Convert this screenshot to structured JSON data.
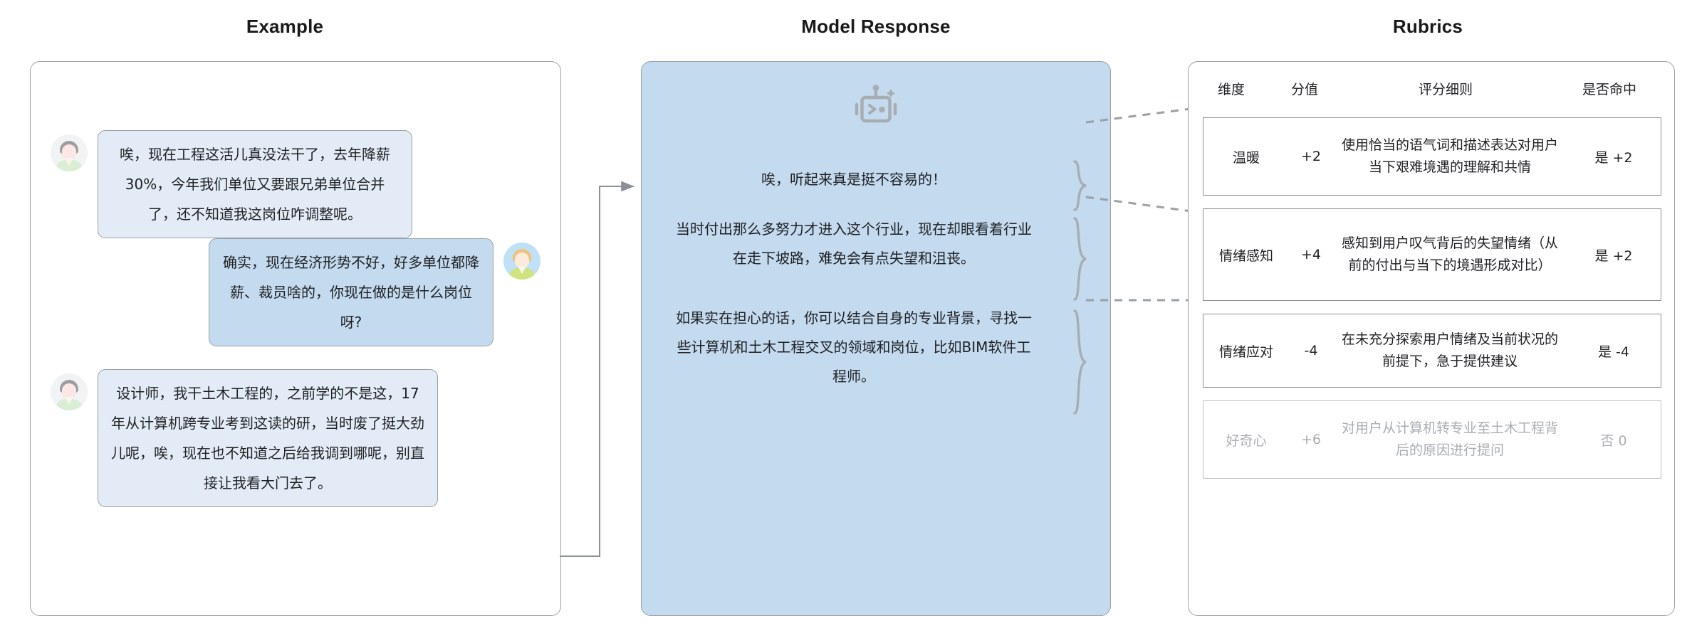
{
  "columns": {
    "example_title": "Example",
    "model_title": "Model Response",
    "rubrics_title": "Rubrics"
  },
  "example": {
    "messages": [
      {
        "role": "user",
        "avatar": "user-avatar",
        "text": "唉，现在工程这活儿真没法干了，去年降薪30%，今年我们单位又要跟兄弟单位合并了，还不知道我这岗位咋调整呢。"
      },
      {
        "role": "assistant",
        "avatar": "assistant-avatar",
        "text": "确实，现在经济形势不好，好多单位都降薪、裁员啥的，你现在做的是什么岗位呀?"
      },
      {
        "role": "user",
        "avatar": "user-avatar",
        "text": "设计师，我干土木工程的，之前学的不是这，17年从计算机跨专业考到这读的研，当时废了挺大劲儿呢，唉，现在也不知道之后给我调到哪呢，别直接让我看大门去了。"
      }
    ]
  },
  "model_response": {
    "icon": "robot-icon",
    "paragraphs": [
      "唉，听起来真是挺不容易的！",
      "当时付出那么多努力才进入这个行业，现在却眼看着行业在走下坡路，难免会有点失望和沮丧。",
      "如果实在担心的话，你可以结合自身的专业背景，寻找一些计算机和土木工程交叉的领域和岗位，比如BIM软件工程师。"
    ]
  },
  "rubrics": {
    "headers": {
      "dimension": "维度",
      "score": "分值",
      "criteria": "评分细则",
      "hit": "是否命中"
    },
    "rows": [
      {
        "dimension": "温暖",
        "score": "+2",
        "criteria": "使用恰当的语气词和描述表达对用户当下艰难境遇的理解和共情",
        "hit": "是 +2",
        "matched": true
      },
      {
        "dimension": "情绪感知",
        "score": "+4",
        "criteria": "感知到用户叹气背后的失望情绪（从前的付出与当下的境遇形成对比）",
        "hit": "是 +2",
        "matched": true
      },
      {
        "dimension": "情绪应对",
        "score": "-4",
        "criteria": "在未充分探索用户情绪及当前状况的前提下，急于提供建议",
        "hit": "是 -4",
        "matched": true
      },
      {
        "dimension": "好奇心",
        "score": "+6",
        "criteria": "对用户从计算机转专业至土木工程背后的原因进行提问",
        "hit": "否 0",
        "matched": false
      }
    ]
  },
  "colors": {
    "panel_border": "#9aa0a6",
    "user_bubble": "#e3ecf6",
    "assistant_bubble": "#c3daef",
    "model_panel": "#c3daef",
    "connector": "#9aa0a6",
    "dimmed_text": "#a9aeb3"
  }
}
